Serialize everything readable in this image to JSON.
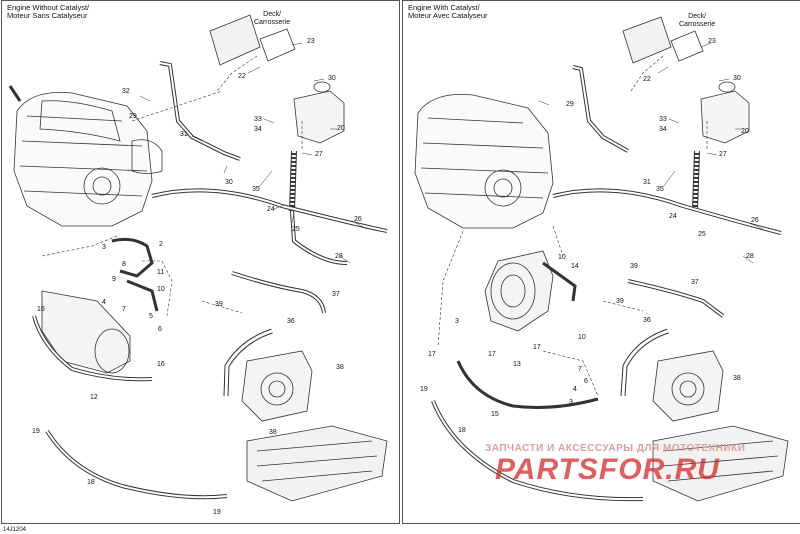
{
  "left_panel": {
    "title_line1": "Engine Without Catalyst/",
    "title_line2": "Moteur Sans Catalyseur",
    "deck_line1": "Deck/",
    "deck_line2": "Carrosserie",
    "callouts": [
      "32",
      "29",
      "31",
      "30",
      "22",
      "23",
      "30",
      "33",
      "34",
      "20",
      "35",
      "27",
      "24",
      "25",
      "26",
      "28",
      "3",
      "2",
      "8",
      "11",
      "9",
      "10",
      "7",
      "4",
      "5",
      "6",
      "16",
      "39",
      "37",
      "36",
      "16",
      "38",
      "12",
      "19",
      "38",
      "18",
      "19"
    ]
  },
  "right_panel": {
    "title_line1": "Engine With Catalyst/",
    "title_line2": "Moteur Avec Catalyseur",
    "deck_line1": "Deck/",
    "deck_line2": "Carrosserie",
    "callouts": [
      "29",
      "22",
      "23",
      "30",
      "31",
      "33",
      "34",
      "20",
      "35",
      "27",
      "24",
      "25",
      "26",
      "28",
      "39",
      "10",
      "14",
      "3",
      "10",
      "13",
      "17",
      "17",
      "15",
      "17",
      "19",
      "7",
      "4",
      "6",
      "3",
      "39",
      "37",
      "36",
      "38",
      "18"
    ]
  },
  "document_id": "14J1204",
  "watermark_top": "ЗАПЧАСТИ И АКСЕССУАРЫ ДЛЯ МОТОТЕХНИКИ",
  "watermark_main": "PARTSFOR.RU",
  "colors": {
    "line": "#333333",
    "watermark": "#d62828",
    "frame": "#555555"
  }
}
